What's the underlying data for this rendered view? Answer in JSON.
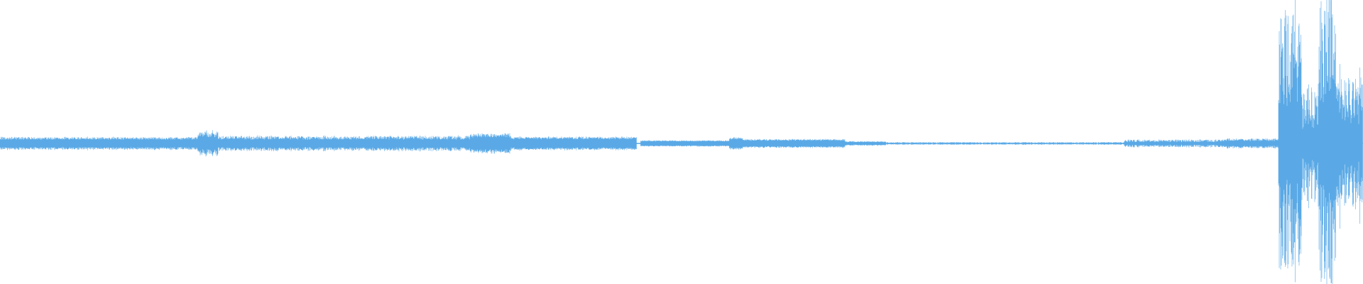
{
  "waveform": {
    "color": "#5aa9e6",
    "background": "#ffffff",
    "segments": [
      {
        "from": 0.0,
        "to": 0.145,
        "amplitude": 0.035,
        "jitter": 0.25
      },
      {
        "from": 0.145,
        "to": 0.16,
        "amplitude": 0.065,
        "jitter": 0.35
      },
      {
        "from": 0.16,
        "to": 0.345,
        "amplitude": 0.04,
        "jitter": 0.3
      },
      {
        "from": 0.345,
        "to": 0.375,
        "amplitude": 0.055,
        "jitter": 0.25
      },
      {
        "from": 0.375,
        "to": 0.467,
        "amplitude": 0.038,
        "jitter": 0.2
      },
      {
        "from": 0.467,
        "to": 0.47,
        "amplitude": 0.004,
        "jitter": 0.1
      },
      {
        "from": 0.47,
        "to": 0.535,
        "amplitude": 0.018,
        "jitter": 0.15
      },
      {
        "from": 0.535,
        "to": 0.545,
        "amplitude": 0.035,
        "jitter": 0.2
      },
      {
        "from": 0.545,
        "to": 0.62,
        "amplitude": 0.025,
        "jitter": 0.2
      },
      {
        "from": 0.62,
        "to": 0.65,
        "amplitude": 0.012,
        "jitter": 0.3
      },
      {
        "from": 0.65,
        "to": 0.825,
        "amplitude": 0.006,
        "jitter": 0.5
      },
      {
        "from": 0.825,
        "to": 0.9,
        "amplitude": 0.018,
        "jitter": 0.5
      },
      {
        "from": 0.9,
        "to": 0.938,
        "amplitude": 0.025,
        "jitter": 0.35
      },
      {
        "from": 0.938,
        "to": 0.955,
        "amplitude": 0.55,
        "jitter": 0.6
      },
      {
        "from": 0.955,
        "to": 0.967,
        "amplitude": 0.25,
        "jitter": 0.55
      },
      {
        "from": 0.967,
        "to": 0.98,
        "amplitude": 0.6,
        "jitter": 0.6
      },
      {
        "from": 0.98,
        "to": 1.0,
        "amplitude": 0.3,
        "jitter": 0.55
      }
    ],
    "center_ratio": 0.505,
    "sample_count": 3840,
    "seed": 42
  }
}
